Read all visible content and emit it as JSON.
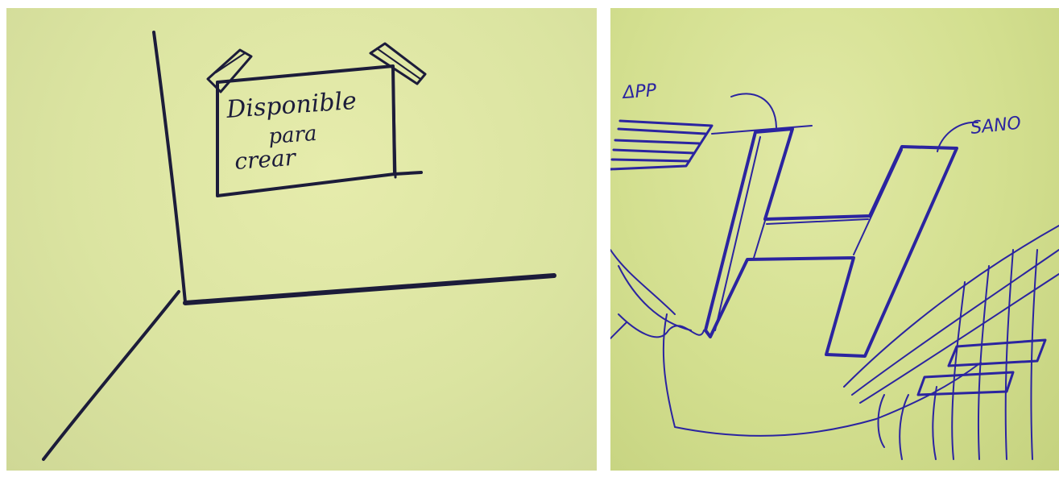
{
  "left_sketch": {
    "sign_lines": [
      "Disponible",
      "para",
      "crear"
    ]
  },
  "right_sketch": {
    "label_left": "ΔPP",
    "label_right": "SANO",
    "center_letter": "H"
  }
}
